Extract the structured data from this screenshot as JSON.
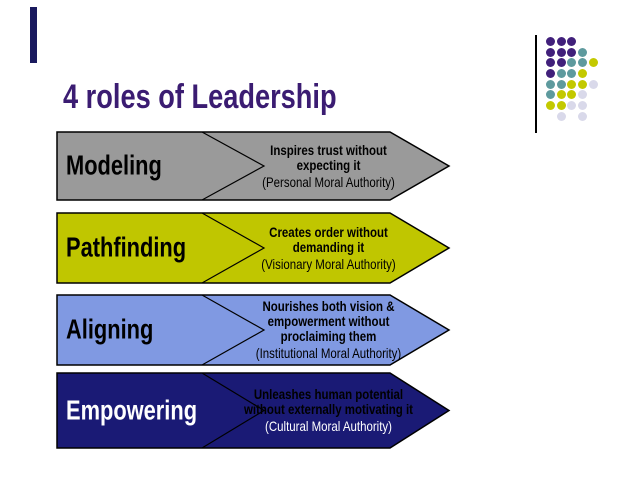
{
  "slide": {
    "title": "4 roles of Leadership",
    "title_color": "#3b1c72",
    "background": "#ffffff"
  },
  "decor": {
    "caret_bar_color": "#1a1a5e",
    "line_color": "#000000",
    "dot_colors": {
      "P": "#41207b",
      "T": "#5e9a9e",
      "Y": "#c3c900",
      "L": "#d9d9ea"
    },
    "dot_grid": [
      "PPP",
      "PPPT",
      "PPTTY",
      "PTTY",
      "TTYYL",
      "TYYL",
      "YYLL",
      ".L.L"
    ]
  },
  "arrows": [
    {
      "label": "Modeling",
      "fill": "#9a9a9a",
      "border": "#000000",
      "label_color": "#000000",
      "desc_color": "#000000",
      "paren_color": "#000000",
      "desc_lines": [
        "Inspires trust without",
        "expecting it"
      ],
      "paren": "(Personal Moral Authority)"
    },
    {
      "label": "Pathfinding",
      "fill": "#c0c600",
      "border": "#000000",
      "label_color": "#000000",
      "desc_color": "#000000",
      "paren_color": "#000000",
      "desc_lines": [
        "Creates order without",
        "demanding it"
      ],
      "paren": "(Visionary Moral Authority)"
    },
    {
      "label": "Aligning",
      "fill": "#8099e2",
      "border": "#000000",
      "label_color": "#000000",
      "desc_color": "#000000",
      "paren_color": "#000000",
      "desc_lines": [
        "Nourishes both vision &",
        "empowerment without",
        "proclaiming them"
      ],
      "paren": "(Institutional Moral Authority)"
    },
    {
      "label": "Empowering",
      "fill": "#1a1a75",
      "border": "#000000",
      "label_color": "#ffffff",
      "desc_color": "#000000",
      "paren_color": "#ffffff",
      "desc_lines": [
        "Unleashes human potential",
        "without externally motivating it"
      ],
      "paren": "(Cultural Moral Authority)"
    }
  ]
}
